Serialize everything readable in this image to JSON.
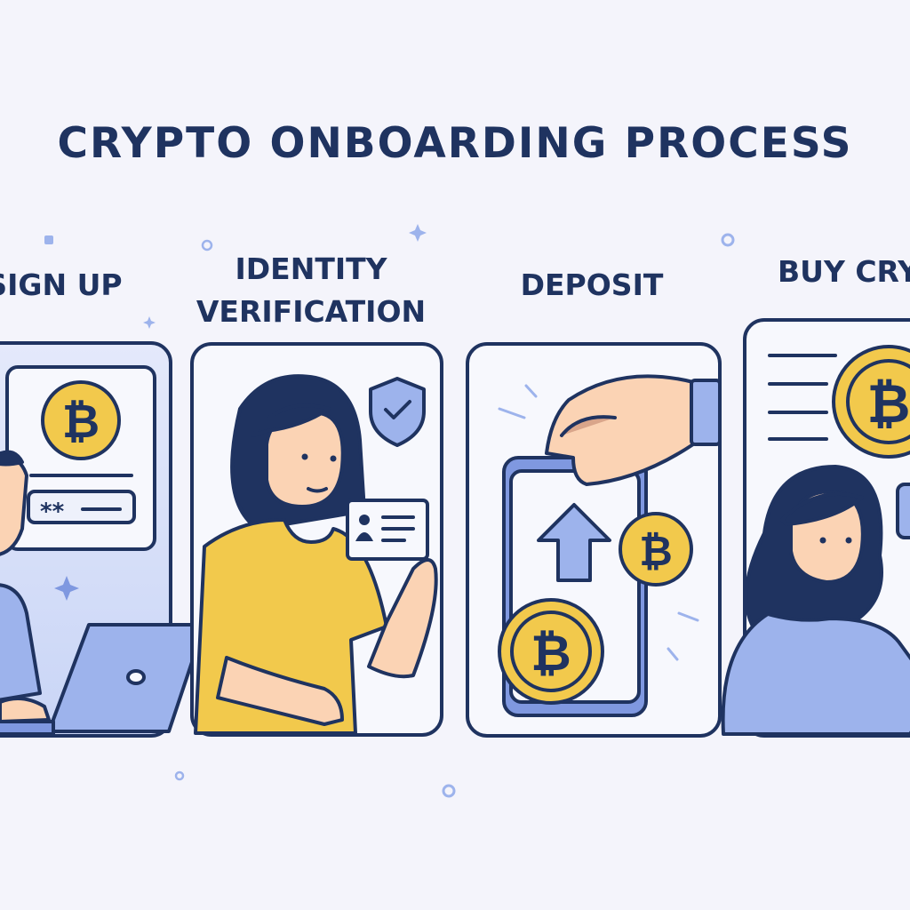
{
  "title": "CRYPTO ONBOARDING PROCESS",
  "coin_symbol": "₿",
  "password_mask": "**",
  "steps": [
    {
      "label": "SIGN UP"
    },
    {
      "label_line1": "IDENTITY",
      "label_line2": "VERIFICATION"
    },
    {
      "label": "DEPOSIT"
    },
    {
      "label": "BUY CRYPTO"
    }
  ],
  "colors": {
    "background": "#f4f4fb",
    "navy": "#1f3360",
    "coin_yellow": "#f2c94c",
    "accent_blue": "#9db3ec",
    "skin": "#fbd3b4"
  }
}
